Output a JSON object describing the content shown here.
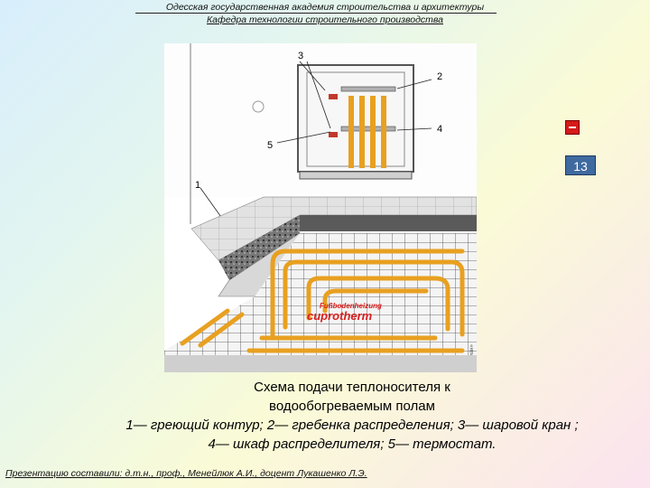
{
  "header": {
    "line1": "Одесская государственная академия строительства и архитектуры",
    "line2": "Кафедра технологии строительного производства"
  },
  "figure": {
    "labels": [
      "1",
      "2",
      "3",
      "4",
      "5"
    ],
    "brand_top": "Fußbodenheizung",
    "brand_main": "cuprotherm",
    "credit": "«Расиан»",
    "colors": {
      "pipe": "#e8a020",
      "brand": "#d81e1e",
      "cabinet": "#555555"
    }
  },
  "controls": {
    "page_number": "13",
    "nav_icon": "minus-icon"
  },
  "caption": {
    "title_line1": "Схема подачи теплоносителя к",
    "title_line2": "водообогреваемым полам",
    "legend_line1": "1— греющий контур; 2— гребенка распределения; 3— шаровой кран ;",
    "legend_line2": "4— шкаф распределителя; 5— термостат."
  },
  "footer": {
    "text": "Презентацию составили: д.т.н., проф., Менейлюк А.И., доцент Лукашенко Л.Э."
  }
}
